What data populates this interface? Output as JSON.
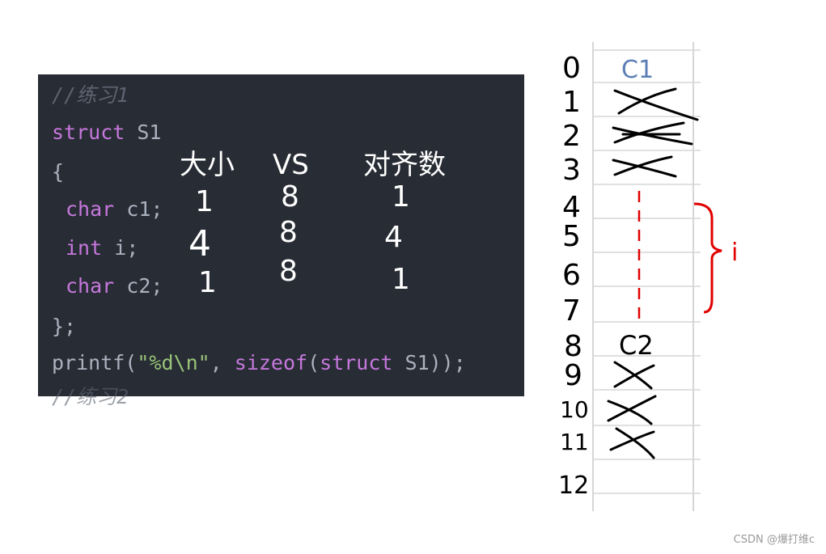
{
  "code": {
    "comment_top": "//练习1",
    "line_struct_kw": "struct",
    "line_struct_name": " S1",
    "open_brace": "{",
    "m1_type": "char",
    "m1_name": " c1;",
    "m2_type": "int",
    "m2_name": " i;",
    "m3_type": "char",
    "m3_name": " c2;",
    "close_brace": "};",
    "printf_fn": "printf(",
    "printf_str": "\"%d\\n\"",
    "printf_sep": ", ",
    "sizeof_fn": "sizeof",
    "sizeof_open": "(",
    "sizeof_kw": "struct",
    "sizeof_rest": " S1));",
    "comment_bottom": "//练习2"
  },
  "annotations": {
    "headers": [
      "大小",
      "VS",
      "对齐数"
    ],
    "rows": [
      [
        "1",
        "8",
        "1"
      ],
      [
        "4",
        "8",
        "4"
      ],
      [
        "1",
        "8",
        "1"
      ]
    ]
  },
  "memory": {
    "offsets": [
      "0",
      "1",
      "2",
      "3",
      "4",
      "5",
      "6",
      "7",
      "8",
      "9",
      "10",
      "11",
      "12"
    ],
    "label_c1": "C1",
    "label_c2": "C2",
    "label_i": "i",
    "colors": {
      "c1": "#5b7fb5",
      "i": "#e00000",
      "ink": "#000000",
      "grid": "#d6d6d6"
    }
  },
  "watermark": "CSDN @爆打维c"
}
